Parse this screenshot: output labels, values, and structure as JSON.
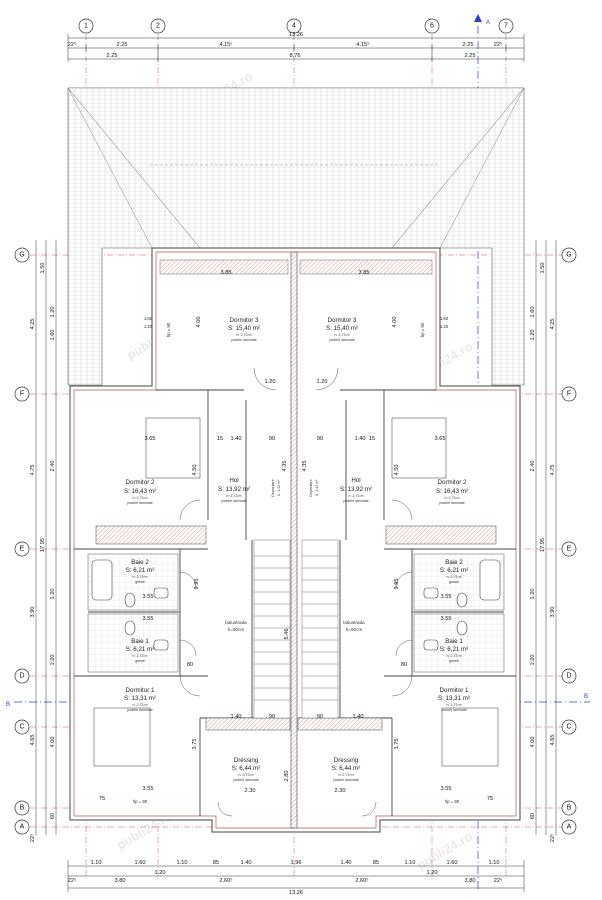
{
  "top_axes": [
    "1",
    "2",
    "4",
    "6",
    "7"
  ],
  "side_axes": [
    "G",
    "F",
    "E",
    "D",
    "C",
    "B",
    "A"
  ],
  "section_marker": "A",
  "section_marker_side": "B",
  "top_dims_row1": [
    "13.26"
  ],
  "top_dims_row2": [
    "22⁵",
    "2.25",
    "4.15⁵",
    "4.15⁵",
    "2.25",
    "22⁵"
  ],
  "top_dims_row3": [
    "2.25",
    "8.76",
    "2.25"
  ],
  "bottom_dims_row1": [
    "1.10",
    "1.60",
    "1.10",
    "85",
    "1.40",
    "1.96",
    "1.40",
    "85",
    "1.10",
    "1.60",
    "1.10"
  ],
  "bottom_dims_row2": [
    "22⁵",
    "3.80",
    "1.20",
    "2.60⁵",
    "2.60⁵",
    "1.20",
    "3.80",
    "22⁵"
  ],
  "bottom_total": "13.26",
  "left_dims_outer": [
    "4.25",
    "4.75",
    "3.90",
    "4.65",
    "22⁵"
  ],
  "left_dims_mid": [
    "1.50",
    "17.95"
  ],
  "left_dims_inner": [
    "1.20",
    "1.60",
    "2.40",
    "1.20",
    "1.20",
    "4.00",
    "60"
  ],
  "right_dims_outer": [
    "4.25",
    "4.75",
    "3.90",
    "4.65",
    "22⁵"
  ],
  "right_dims_mid": [
    "1.50",
    "17.95"
  ],
  "right_dims_inner": [
    "1.60",
    "1.20",
    "2.40",
    "1.20",
    "1.20",
    "4.00",
    "60"
  ],
  "rooms": {
    "dormitor3_left": {
      "name": "Dormitor 3",
      "area": "S: 15,40 m²",
      "height": "h: 2,73 m",
      "floor": "podele laminate"
    },
    "dormitor3_right": {
      "name": "Dormitor 3",
      "area": "S: 15,40 m²",
      "height": "h: 2,73 m",
      "floor": "podele laminate"
    },
    "dormitor2_left": {
      "name": "Dormitor 2",
      "area": "S: 16,43 m²",
      "height": "h: 2,73 m",
      "floor": "podele laminate"
    },
    "dormitor2_right": {
      "name": "Dormitor 2",
      "area": "S: 16,43 m²",
      "height": "h: 2,73 m",
      "floor": "podele laminate"
    },
    "hol_left": {
      "name": "Hol",
      "area": "S: 13,92 m²",
      "height": "h: 2,73 m",
      "floor": "podele laminate"
    },
    "hol_right": {
      "name": "Hol",
      "area": "S: 13,92 m²",
      "height": "h: 2,73 m",
      "floor": "podele laminate"
    },
    "depozitare_left": {
      "name": "Depozitare",
      "area": "S: 1,42 m²"
    },
    "depozitare_right": {
      "name": "Depozitare",
      "area": "S: 1,42 m²"
    },
    "baie2_left": {
      "name": "Baie 2",
      "area": "S: 6,21 m²",
      "height": "h: 2,73 m",
      "floor": "gresie"
    },
    "baie2_right": {
      "name": "Baie 2",
      "area": "S: 6,21 m²",
      "height": "h: 2,73 m",
      "floor": "gresie"
    },
    "baie1_left": {
      "name": "Baie 1",
      "area": "S: 6,21 m²",
      "height": "h: 2,73 m",
      "floor": "gresie"
    },
    "baie1_right": {
      "name": "Baie 1",
      "area": "S: 6,21 m²",
      "height": "h: 2,73 m",
      "floor": "gresie"
    },
    "dormitor1_left": {
      "name": "Dormitor 1",
      "area": "S: 13,31 m²",
      "height": "h: 2,73 m",
      "floor": "podele laminate"
    },
    "dormitor1_right": {
      "name": "Dormitor 1",
      "area": "S: 13,31 m²",
      "height": "h: 2,73 m",
      "floor": "podele laminate"
    },
    "dressing_left": {
      "name": "Dressing",
      "area": "S: 6,44 m²",
      "height": "h: 2,73 m",
      "floor": "podele laminate"
    },
    "dressing_right": {
      "name": "Dressing",
      "area": "S: 6,44 m²",
      "height": "h: 2,73 m",
      "floor": "podele laminate"
    }
  },
  "labels": {
    "balustrada_left": "balustrada",
    "balustrada_left_h": "h=90cm",
    "balustrada_right": "balustrada",
    "balustrada_right_h": "h=90cm",
    "hp90_top_left": "hp = 90",
    "hp90_top_right": "hp = 90",
    "hp90_bottom_left": "hp = 90",
    "hp90_bottom_right": "hp = 90",
    "window_top_left": "1.60",
    "window_top_left2": "1.20",
    "window_top_right": "1.60",
    "window_top_right2": "1.20"
  },
  "interior_dims": {
    "d385_l": "3.85",
    "d385_r": "3.85",
    "d365_l": "3.65",
    "d365_r": "3.65",
    "d355a_l": "3.55",
    "d355a_r": "3.55",
    "d355b_l": "3.55",
    "d355b_r": "3.55",
    "d355c_l": "3.55",
    "d355c_r": "3.55",
    "d120_l": "1.20",
    "d120_r": "1.20",
    "d140a_l": "1.40",
    "d140a_r": "1.40",
    "d140b_l": "1.40",
    "d140b_r": "1.40",
    "d90a_l": "90",
    "d90a_r": "90",
    "d90b_l": "90",
    "d90b_r": "90",
    "d230_l": "2.30",
    "d230_r": "2.30",
    "d995_l": "9.95",
    "d995_r": "9.95",
    "d400_l": "4.00",
    "d400_r": "4.00",
    "d450_l": "4.50",
    "d450_r": "4.50",
    "d375_l": "3.75",
    "d375_r": "3.75",
    "d546": "5.46",
    "d280": "2.80",
    "d435_l": "4.35",
    "d435_r": "4.35",
    "d80_l": "80",
    "d80_r": "80",
    "d75_l": "75",
    "d75_r": "75",
    "d15a": "15",
    "d15b": "15"
  },
  "watermark": "publi24.ro"
}
